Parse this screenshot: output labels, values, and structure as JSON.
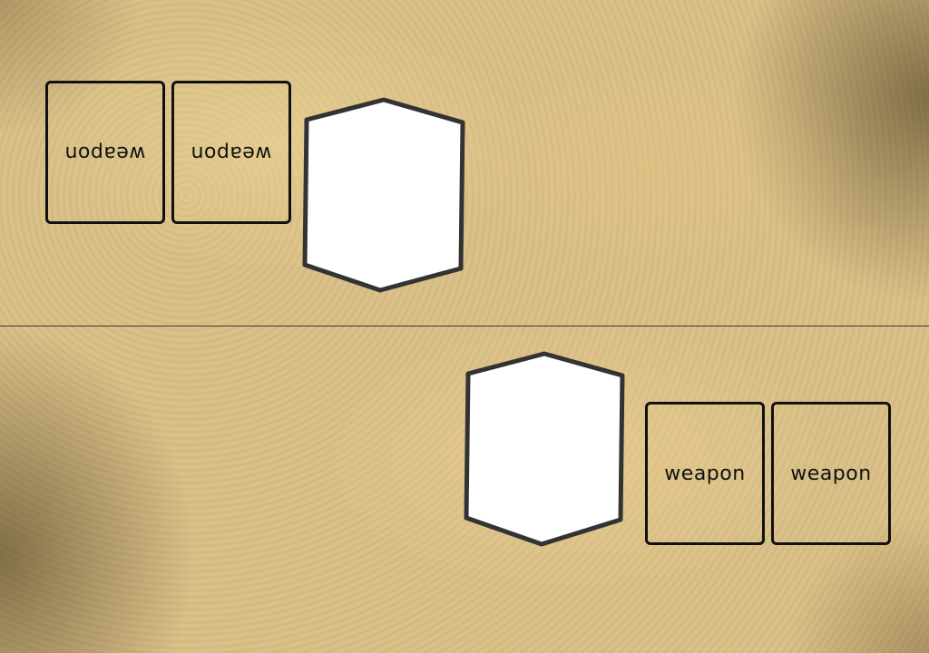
{
  "colors": {
    "table": "#d8bf86",
    "card_border": "#111111",
    "hex_fill": "#ffffff",
    "hex_stroke": "#333333",
    "divider": "#3a3a3a"
  },
  "opponent": {
    "hand": [
      {
        "label": "weapon"
      },
      {
        "label": "weapon"
      }
    ],
    "character_icon": "hexagon-token"
  },
  "player": {
    "hand": [
      {
        "label": "weapon"
      },
      {
        "label": "weapon"
      }
    ],
    "character_icon": "hexagon-token"
  }
}
